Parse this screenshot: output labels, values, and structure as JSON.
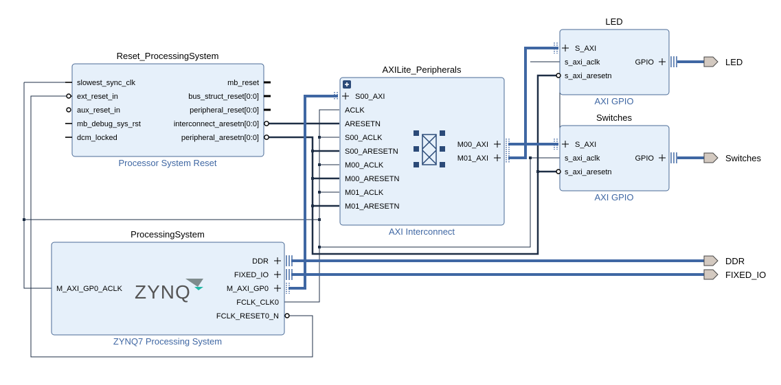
{
  "blocks": {
    "reset": {
      "title": "Reset_ProcessingSystem",
      "subtitle": "Processor System Reset",
      "inputs": [
        "slowest_sync_clk",
        "ext_reset_in",
        "aux_reset_in",
        "mb_debug_sys_rst",
        "dcm_locked"
      ],
      "outputs": [
        "mb_reset",
        "bus_struct_reset[0:0]",
        "peripheral_reset[0:0]",
        "interconnect_aresetn[0:0]",
        "peripheral_aresetn[0:0]"
      ]
    },
    "axi": {
      "title": "AXILite_Peripherals",
      "subtitle": "AXI Interconnect",
      "inputs": [
        "S00_AXI",
        "ACLK",
        "ARESETN",
        "S00_ACLK",
        "S00_ARESETN",
        "M00_ACLK",
        "M00_ARESETN",
        "M01_ACLK",
        "M01_ARESETN"
      ],
      "outputs": [
        "M00_AXI",
        "M01_AXI"
      ]
    },
    "led": {
      "title": "LED",
      "subtitle": "AXI GPIO",
      "inputs": [
        "S_AXI",
        "s_axi_aclk",
        "s_axi_aresetn"
      ],
      "outputs": [
        "GPIO"
      ]
    },
    "switches": {
      "title": "Switches",
      "subtitle": "AXI GPIO",
      "inputs": [
        "S_AXI",
        "s_axi_aclk",
        "s_axi_aresetn"
      ],
      "outputs": [
        "GPIO"
      ]
    },
    "ps": {
      "title": "ProcessingSystem",
      "subtitle": "ZYNQ7 Processing System",
      "logo": "ZYNQ",
      "inputs": [
        "M_AXI_GP0_ACLK"
      ],
      "outputs": [
        "DDR",
        "FIXED_IO",
        "M_AXI_GP0",
        "FCLK_CLK0",
        "FCLK_RESET0_N"
      ]
    }
  },
  "external_ports": [
    "LED",
    "Switches",
    "DDR",
    "FIXED_IO"
  ],
  "colors": {
    "block_fill": "#e6f0fa",
    "block_border": "#4a6a95",
    "bus": "#3f67a3",
    "wire": "#1e2e45",
    "subtitle": "#3f67a3",
    "port_arrow": "#d3c9c0"
  },
  "icons": {
    "expand": "plus-box-icon",
    "interconnect": "crossbar-icon",
    "interface_pin": "plus-icon",
    "active_low": "bubble-icon"
  }
}
